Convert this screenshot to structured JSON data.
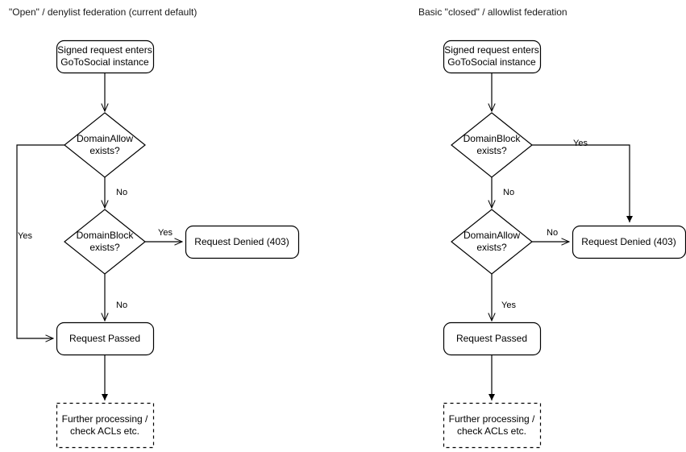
{
  "diagram": {
    "type": "flowchart",
    "background": "#ffffff",
    "stroke_color": "#000000",
    "text_color": "#000000"
  },
  "panels": [
    {
      "id": "open-denylist",
      "title": "\"Open\" / denylist federation (current default)",
      "nodes": {
        "start": "Signed request enters\nGoToSocial instance",
        "start_line1": "Signed request enters",
        "start_line2": "GoToSocial instance",
        "decision1_line1": "DomainAllow",
        "decision1_line2": "exists?",
        "decision2_line1": "DomainBlock",
        "decision2_line2": "exists?",
        "denied": "Request Denied (403)",
        "passed": "Request Passed",
        "further_line1": "Further processing /",
        "further_line2": "check ACLs etc."
      },
      "edges": {
        "allow_yes": "Yes",
        "allow_no": "No",
        "block_yes": "Yes",
        "block_no": "No"
      }
    },
    {
      "id": "closed-allowlist",
      "title": "Basic \"closed\" / allowlist federation",
      "nodes": {
        "start_line1": "Signed request enters",
        "start_line2": "GoToSocial instance",
        "decision1_line1": "DomainBlock",
        "decision1_line2": "exists?",
        "decision2_line1": "DomainAllow",
        "decision2_line2": "exists?",
        "denied": "Request Denied (403)",
        "passed": "Request Passed",
        "further_line1": "Further processing /",
        "further_line2": "check ACLs etc."
      },
      "edges": {
        "block_yes": "Yes",
        "block_no": "No",
        "allow_no": "No",
        "allow_yes": "Yes"
      }
    }
  ]
}
